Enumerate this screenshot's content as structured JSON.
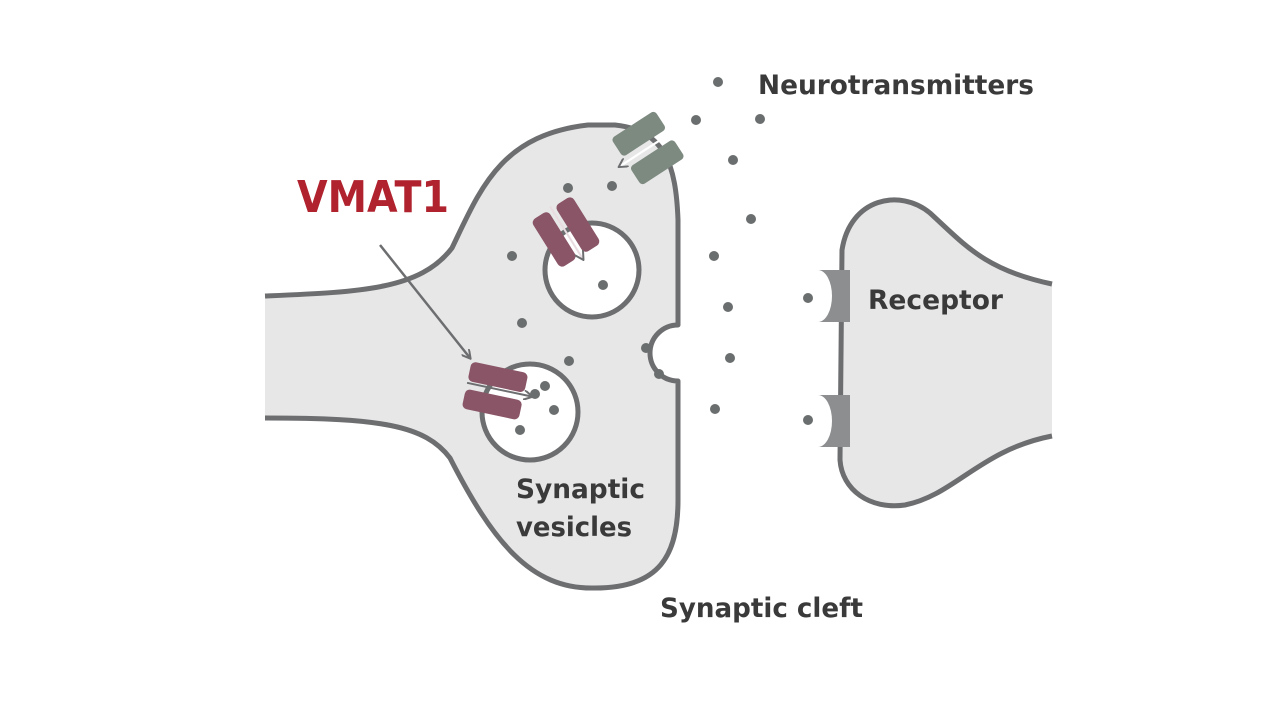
{
  "labels": {
    "neurotransmitters": "Neurotransmitters",
    "vmat1": "VMAT1",
    "receptor": "Receptor",
    "synaptic_vesicles_line1": "Synaptic",
    "synaptic_vesicles_line2": "vesicles",
    "synaptic_cleft": "Synaptic cleft"
  },
  "colors": {
    "vmat1_label": "#b0222e",
    "vmat1_transporter": "#8a5566",
    "reuptake_transporter": "#7d8a80",
    "membrane_fill": "#e7e7e8",
    "membrane_stroke": "#6d6e70",
    "dots": "#6b6e6e",
    "text": "#3a3a3a"
  },
  "icons": {
    "vmat1_transporter": "vmat1-transporter-icon",
    "reuptake_transporter": "reuptake-transporter-icon",
    "receptor": "receptor-icon",
    "neurotransmitter": "neurotransmitter-dot-icon"
  }
}
